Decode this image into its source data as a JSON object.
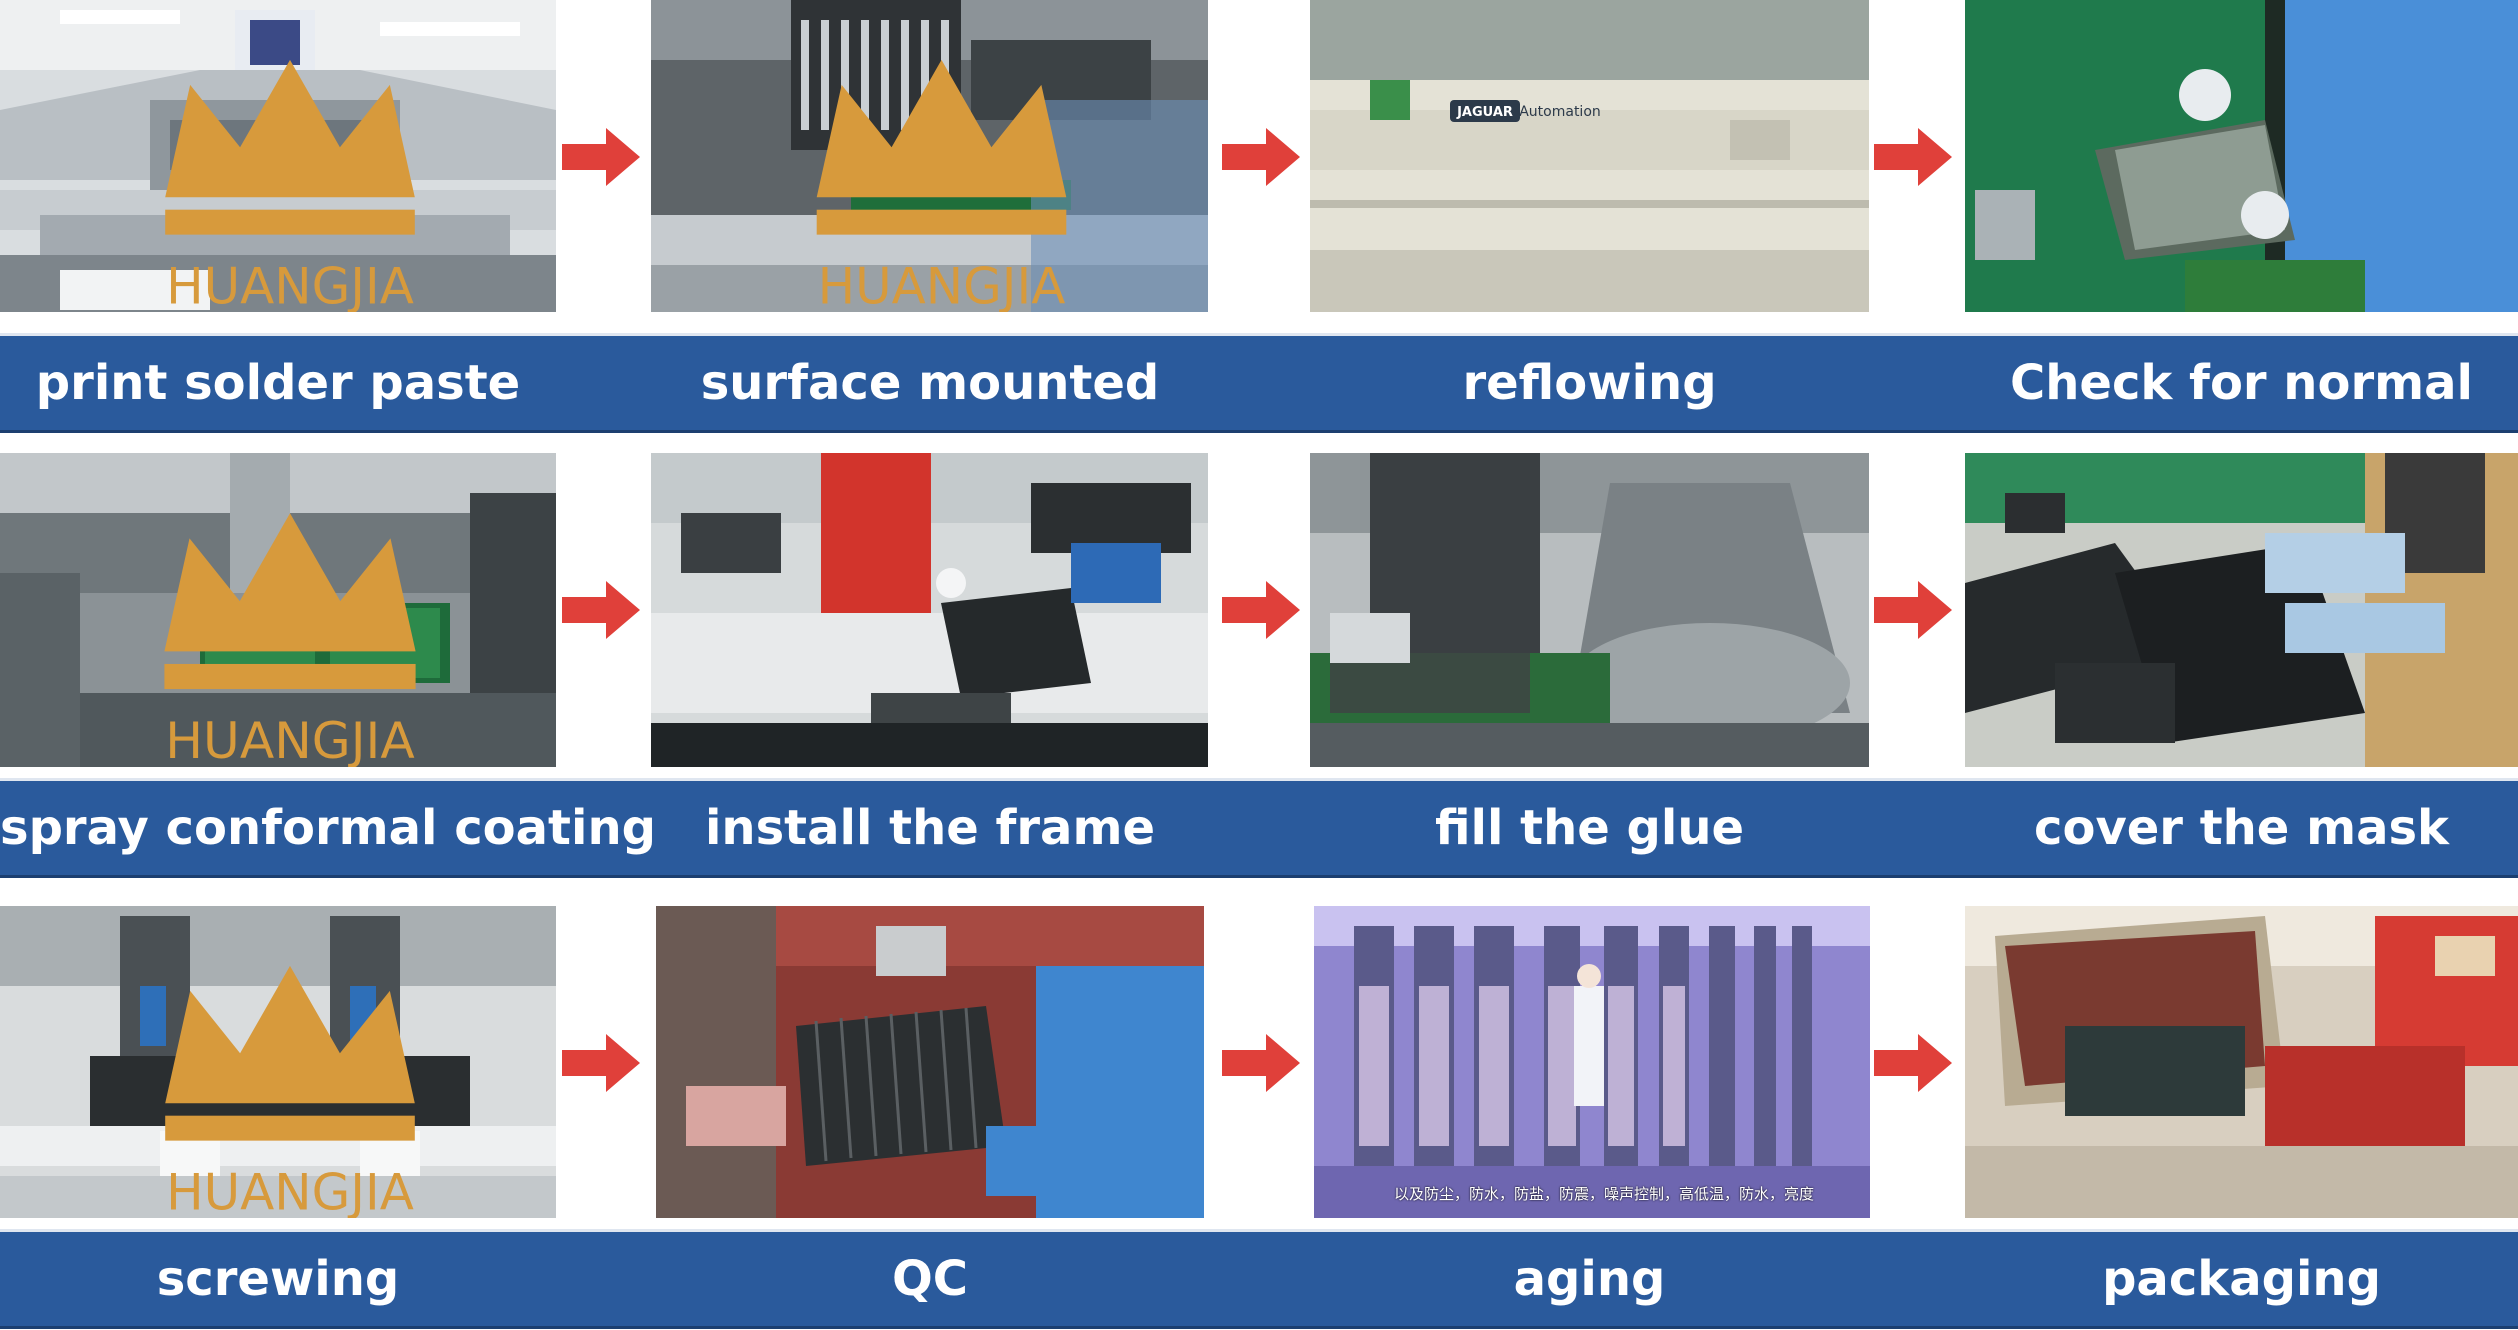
{
  "colors": {
    "band": "#2a5a9c",
    "arrow": "#e0403a",
    "label_text": "#ffffff"
  },
  "rows": [
    {
      "steps": [
        {
          "label": "print solder paste",
          "photo_icon": "solder-printer-photo"
        },
        {
          "label": "surface mounted",
          "photo_icon": "smt-machine-photo"
        },
        {
          "label": "reflowing",
          "photo_icon": "reflow-oven-photo"
        },
        {
          "label": "Check for normal",
          "photo_icon": "module-check-photo"
        }
      ]
    },
    {
      "steps": [
        {
          "label": "spray conformal coating",
          "photo_icon": "coating-machine-photo"
        },
        {
          "label": "install the frame",
          "photo_icon": "frame-install-photo"
        },
        {
          "label": "fill the glue",
          "photo_icon": "glue-dispenser-photo"
        },
        {
          "label": "cover the mask",
          "photo_icon": "mask-cover-photo"
        }
      ]
    },
    {
      "steps": [
        {
          "label": "screwing",
          "photo_icon": "screwing-machine-photo"
        },
        {
          "label": "QC",
          "photo_icon": "qc-inspection-photo"
        },
        {
          "label": "aging",
          "photo_icon": "aging-rack-photo",
          "caption": "以及防尘，防水，防盐，防震，噪声控制，高低温，防水，亮度"
        },
        {
          "label": "packaging",
          "photo_icon": "shrink-wrap-photo"
        }
      ]
    }
  ],
  "brand": {
    "logo_text": "HUANGJIA",
    "logo_icon": "crown-logo-icon"
  },
  "machine_text": {
    "reflow_brand": "JAGUAR",
    "reflow_label": "Automation"
  }
}
